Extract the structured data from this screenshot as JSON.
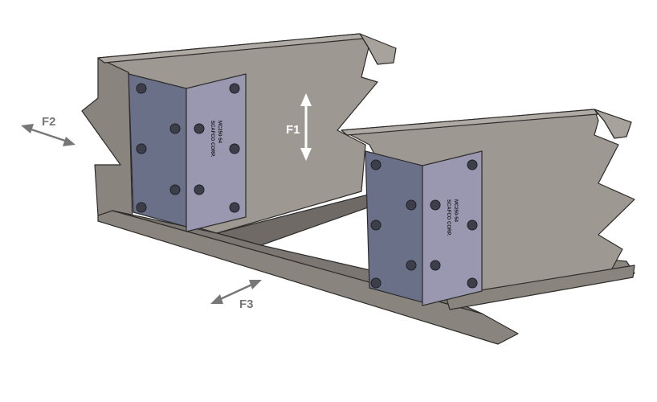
{
  "diagram": {
    "forces": [
      {
        "id": "F1",
        "label": "F1",
        "direction": "vertical"
      },
      {
        "id": "F2",
        "label": "F2",
        "direction": "lateral"
      },
      {
        "id": "F3",
        "label": "F3",
        "direction": "longitudinal"
      }
    ],
    "clip_stamp": {
      "line1": "MC250-54",
      "line2": "SCAFCO CORP."
    },
    "colors": {
      "steel_light": "#9a9490",
      "steel_mid": "#8a847f",
      "steel_dark": "#6f6a66",
      "steel_shadow": "#5a5654",
      "clip_front": "#9a98b0",
      "clip_side": "#6a7088",
      "edge": "#2e2c2b",
      "arrow_white": "#ffffff",
      "arrow_grey": "#777777"
    }
  }
}
